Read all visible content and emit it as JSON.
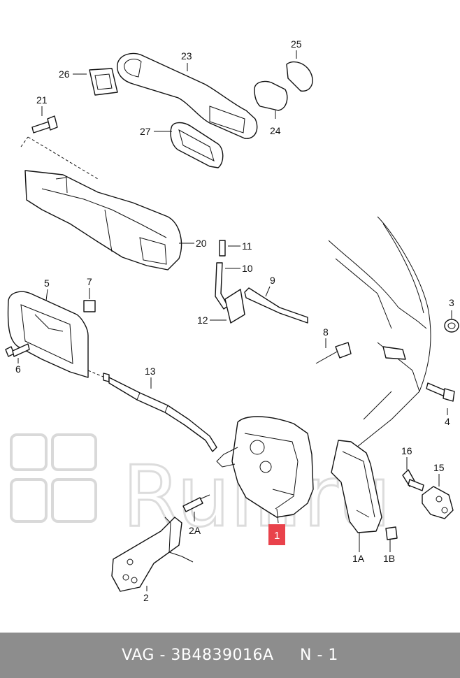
{
  "labels": {
    "p1": "1",
    "p1a": "1A",
    "p1b": "1B",
    "p2": "2",
    "p2a": "2A",
    "p3": "3",
    "p4": "4",
    "p5": "5",
    "p6": "6",
    "p7": "7",
    "p8": "8",
    "p9": "9",
    "p10": "10",
    "p11": "11",
    "p12": "12",
    "p13": "13",
    "p15": "15",
    "p16": "16",
    "p20": "20",
    "p21": "21",
    "p23": "23",
    "p24": "24",
    "p25": "25",
    "p26": "26",
    "p27": "27"
  },
  "highlight": {
    "part": "1",
    "color": "#e9424b"
  },
  "footer": {
    "text": "VAG - 3B4839016A     N - 1",
    "background": "#8d8d8d"
  }
}
